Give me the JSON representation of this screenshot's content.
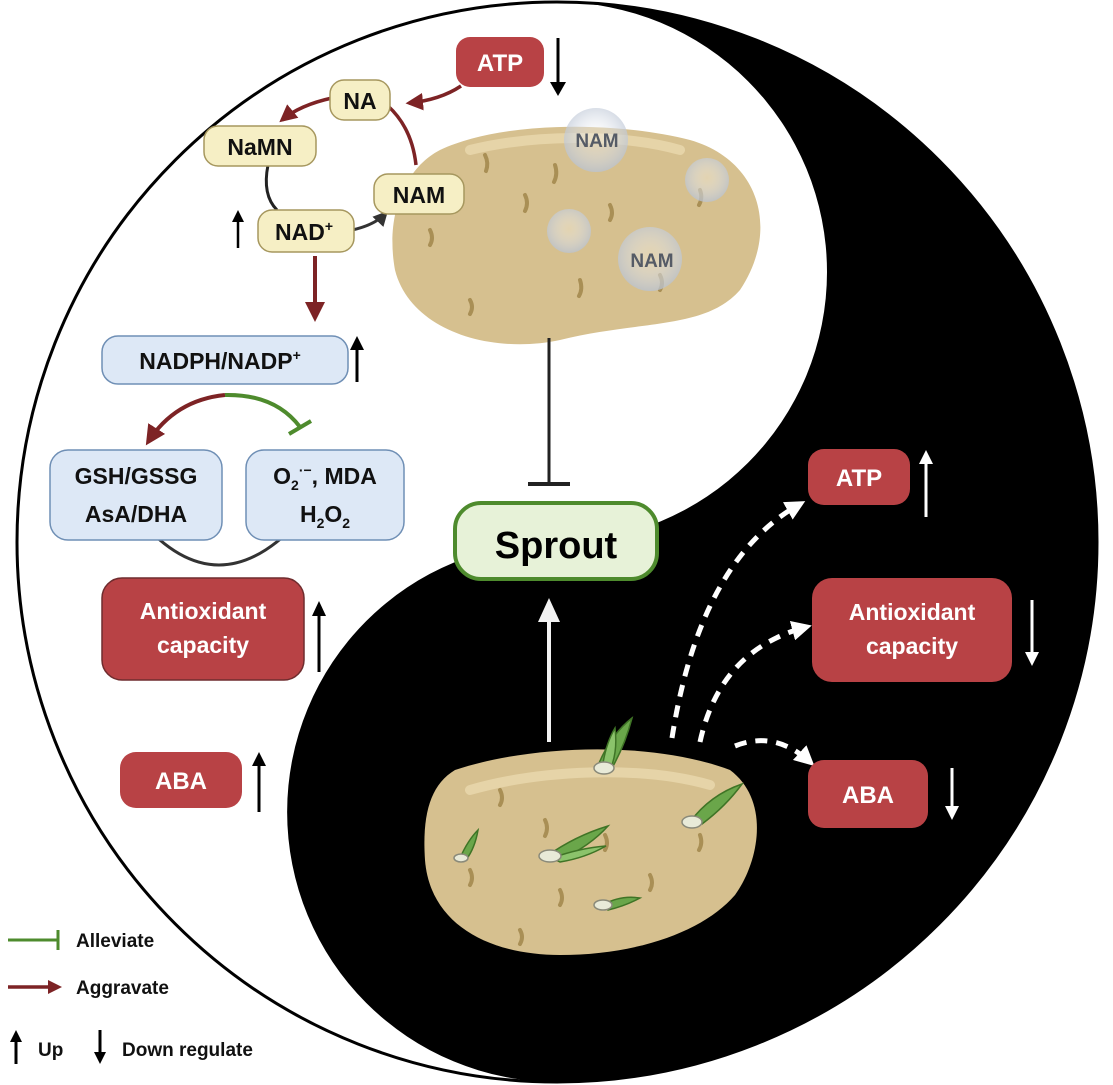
{
  "colors": {
    "red_box": "#b84245",
    "yellow_node": "#f6efc5",
    "blue_box": "#dde8f6",
    "green_sprout": "#e7f2d8",
    "green_line": "#4e8b2d",
    "dark_red_arrow": "#7d2325",
    "potato": "#d6c08f",
    "black": "#000000"
  },
  "top": {
    "atp": "ATP",
    "na": "NA",
    "namn": "NaMN",
    "nam": "NAM",
    "nad": "NAD",
    "nad_sup": "+",
    "nadph": "NADPH/NADP",
    "nadph_sup": "+",
    "gsh": "GSH/GSSG",
    "asa": "AsA/DHA",
    "ros_o2": "O",
    "ros_sub": "2",
    "ros_sup": "·−",
    "ros_rest": ", MDA",
    "h2o2_h": "H",
    "h2o2_sub1": "2",
    "h2o2_o": "O",
    "h2o2_sub2": "2",
    "antiox_1": "Antioxidant",
    "antiox_2": "capacity",
    "aba": "ABA",
    "nam_bubble_1": "NAM",
    "nam_bubble_2": "NAM"
  },
  "center": {
    "sprout": "Sprout"
  },
  "bottom": {
    "atp": "ATP",
    "antiox_1": "Antioxidant",
    "antiox_2": "capacity",
    "aba": "ABA"
  },
  "legend": {
    "alleviate": "Alleviate",
    "aggravate": "Aggravate",
    "up": "Up",
    "down": "Down regulate"
  },
  "arrows": {
    "up": "↑",
    "down": "↓"
  }
}
